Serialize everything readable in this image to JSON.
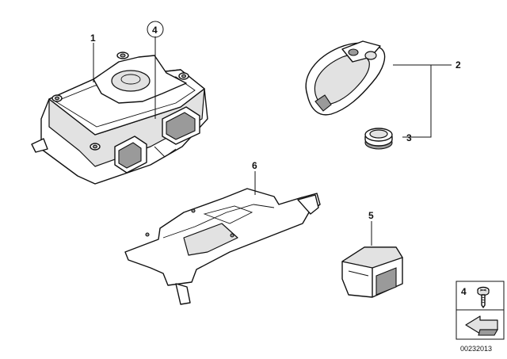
{
  "diagram": {
    "callouts": [
      {
        "id": "1",
        "label": "1"
      },
      {
        "id": "2",
        "label": "2"
      },
      {
        "id": "3",
        "label": "3"
      },
      {
        "id": "4",
        "label": "4"
      },
      {
        "id": "5",
        "label": "5"
      },
      {
        "id": "6",
        "label": "6"
      }
    ],
    "legend": {
      "label": "4",
      "doc_number": "00232013"
    }
  }
}
